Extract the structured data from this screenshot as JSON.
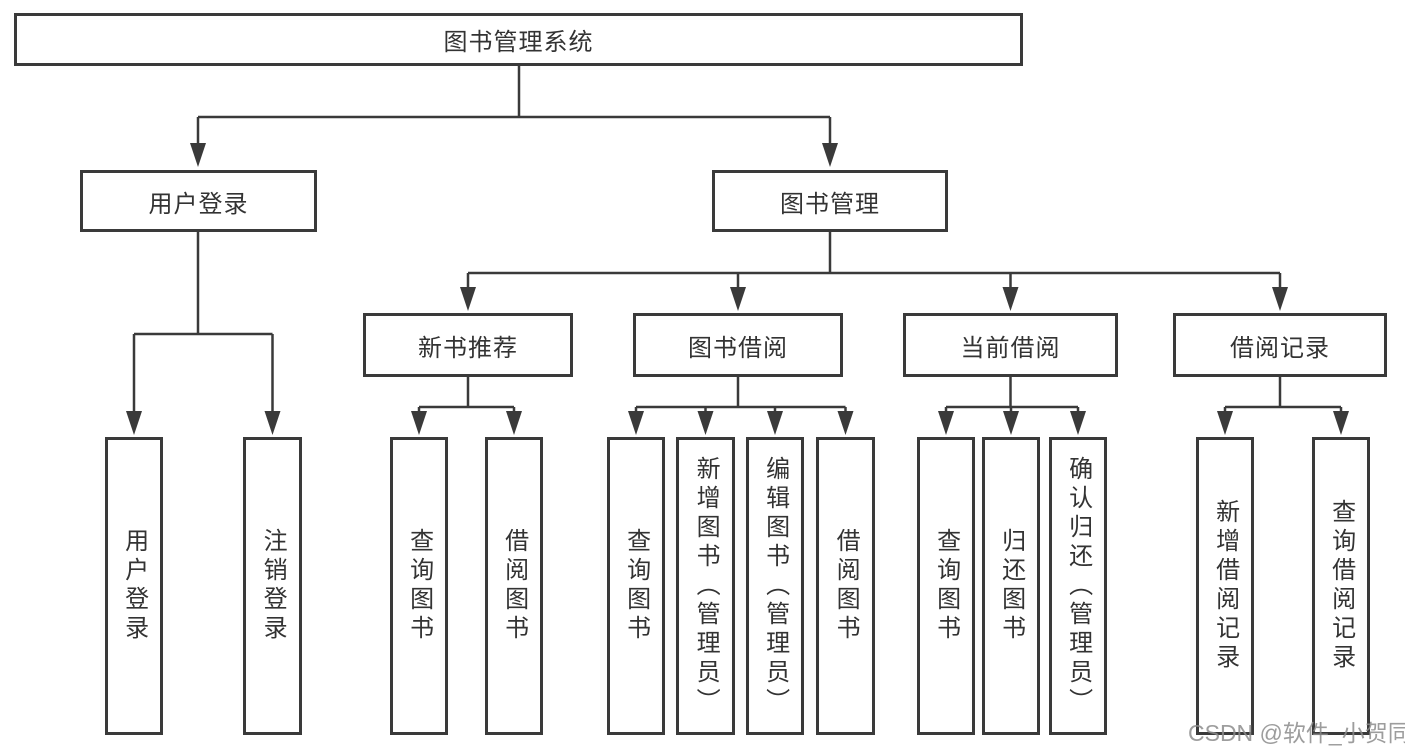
{
  "tree": {
    "root": {
      "label": "图书管理系统"
    },
    "branches": [
      {
        "label": "用户登录",
        "children": [
          {
            "label": "用户登录"
          },
          {
            "label": "注销登录"
          }
        ]
      },
      {
        "label": "图书管理",
        "groups": [
          {
            "label": "新书推荐",
            "children": [
              {
                "label": "查询图书"
              },
              {
                "label": "借阅图书"
              }
            ]
          },
          {
            "label": "图书借阅",
            "children": [
              {
                "label": "查询图书"
              },
              {
                "label": "新增图书（管理员）"
              },
              {
                "label": "编辑图书（管理员）"
              },
              {
                "label": "借阅图书"
              }
            ]
          },
          {
            "label": "当前借阅",
            "children": [
              {
                "label": "查询图书"
              },
              {
                "label": "归还图书"
              },
              {
                "label": "确认归还（管理员）"
              }
            ]
          },
          {
            "label": "借阅记录",
            "children": [
              {
                "label": "新增借阅记录"
              },
              {
                "label": "查询借阅记录"
              }
            ]
          }
        ]
      }
    ]
  },
  "watermark": {
    "text": "CSDN @软件_小贺同学"
  },
  "colors": {
    "line": "#3a3a3a",
    "border": "#3a3a3a",
    "text": "#333333",
    "watermark": "#8c8c8c",
    "background": "#ffffff"
  }
}
